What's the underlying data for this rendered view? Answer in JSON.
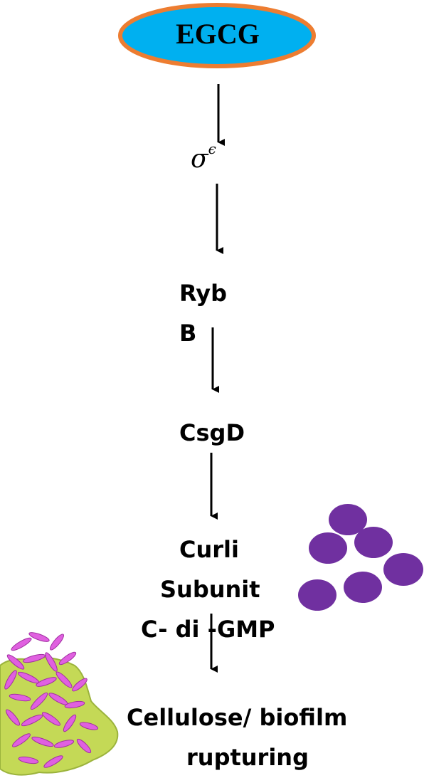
{
  "source_node": "EGCG",
  "sigma": {
    "symbol": "σ",
    "superscript": "ϵ"
  },
  "ryb_line1": "Ryb",
  "ryb_line2": "B",
  "csgd": "CsgD",
  "curli_line1": "Curli",
  "curli_line2": "Subunit",
  "cdigmp": "C- di -GMP",
  "result_line1": "Cellulose/ biofilm",
  "result_line2": "rupturing",
  "colors": {
    "ellipse_fill": "#00b0f0",
    "ellipse_stroke": "#ed7d31",
    "bacteria": "#7030a0",
    "biofilm_matrix": "#c4d956",
    "rods": "#e060e0"
  }
}
